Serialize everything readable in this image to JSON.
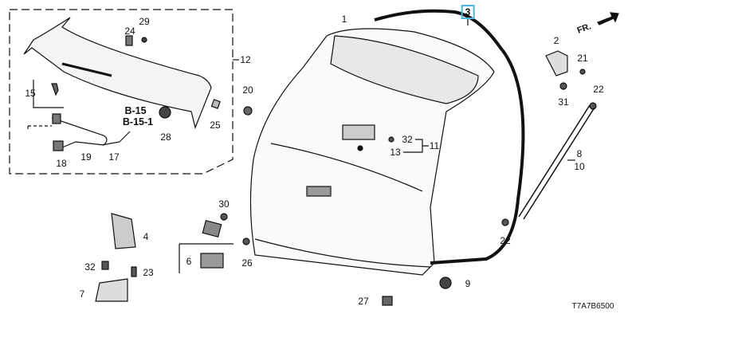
{
  "diagram": {
    "callouts": {
      "p1": "1",
      "p2": "2",
      "p3": "3",
      "p4": "4",
      "p6": "6",
      "p7": "7",
      "p8": "8",
      "p9": "9",
      "p10": "10",
      "p11": "11",
      "p12": "12",
      "p13": "13",
      "p15": "15",
      "p17": "17",
      "p18": "18",
      "p19": "19",
      "p20": "20",
      "p21": "21",
      "p22a": "22",
      "p22b": "22",
      "p23": "23",
      "p24": "24",
      "p25": "25",
      "p26": "26",
      "p27": "27",
      "p28": "28",
      "p29": "29",
      "p30": "30",
      "p31": "31",
      "p32a": "32",
      "p32b": "32"
    },
    "refs": {
      "b15": "B-15",
      "b151": "B-15-1"
    },
    "direction": "FR.",
    "diagram_code": "T7A7B6500",
    "highlighted_part": "3",
    "highlight_color": "#4db6e0"
  }
}
